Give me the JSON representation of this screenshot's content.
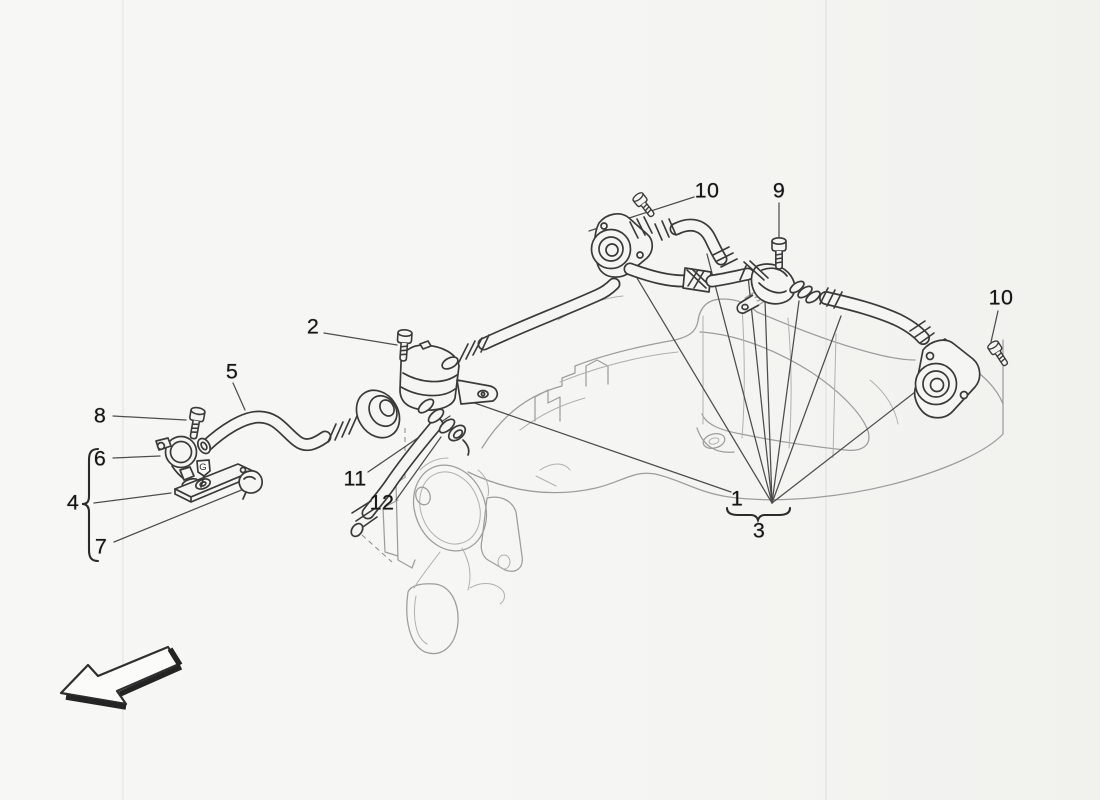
{
  "diagram": {
    "type": "exploded-parts-line-drawing",
    "orientation_arrow": "points-lower-left"
  },
  "callouts": {
    "n1": "1",
    "n2": "2",
    "n3": "3",
    "n4": "4",
    "n5": "5",
    "n6": "6",
    "n7": "7",
    "n8": "8",
    "n9": "9",
    "n10_left": "10",
    "n10_right": "10",
    "n11": "11",
    "n12": "12"
  },
  "marker_g": "G",
  "colors": {
    "paper": "#f5f5f3",
    "part_line_dark": "#3a3a3a",
    "context_line_light": "#9d9d9d",
    "leader_line": "#4d4d4d",
    "label_text": "#161616"
  }
}
